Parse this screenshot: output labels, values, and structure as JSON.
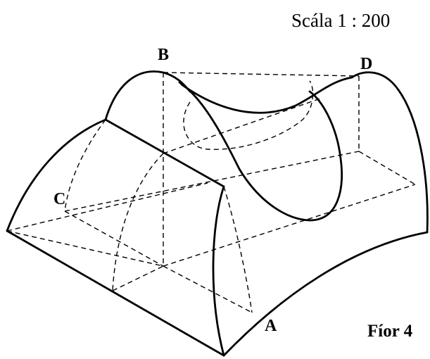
{
  "scale_label": "Scála 1 : 200",
  "figure_label": "Fíor 4",
  "points": {
    "a": "A",
    "b": "B",
    "c": "C",
    "d": "D"
  }
}
